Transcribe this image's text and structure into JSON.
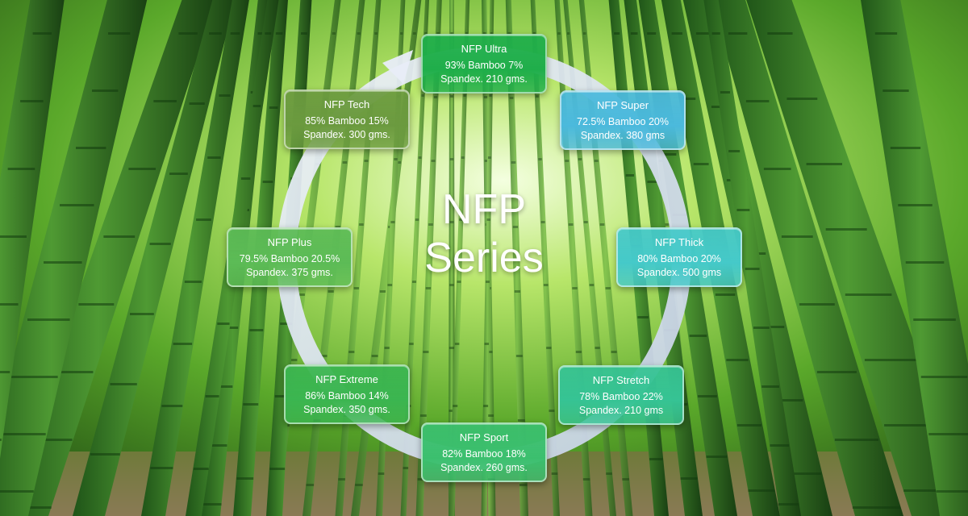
{
  "title_lines": [
    "NFP",
    "Series"
  ],
  "nodes": [
    {
      "name": "NFP Ultra",
      "description": "93% Bamboo 7% Spandex. 210 gms.",
      "color": "#1fae4a"
    },
    {
      "name": "NFP Super",
      "description": "72.5% Bamboo 20% Spandex. 380 gms",
      "color": "#4bb9dc"
    },
    {
      "name": "NFP Thick",
      "description": "80% Bamboo 20% Spandex. 500 gms",
      "color": "#45c9c9"
    },
    {
      "name": "NFP Stretch",
      "description": "78% Bamboo 22% Spandex. 210 gms",
      "color": "#36c394"
    },
    {
      "name": "NFP Sport",
      "description": "82% Bamboo 18% Spandex. 260 gms.",
      "color": "#3bbf6e"
    },
    {
      "name": "NFP Extreme",
      "description": "86% Bamboo 14% Spandex. 350 gms.",
      "color": "#3bb550"
    },
    {
      "name": "NFP Plus",
      "description": "79.5% Bamboo 20.5% Spandex. 375 gms.",
      "color": "#5cbb56"
    },
    {
      "name": "NFP Tech",
      "description": "85% Bamboo 15% Spandex. 300 gms.",
      "color": "#6b9a3f"
    }
  ]
}
